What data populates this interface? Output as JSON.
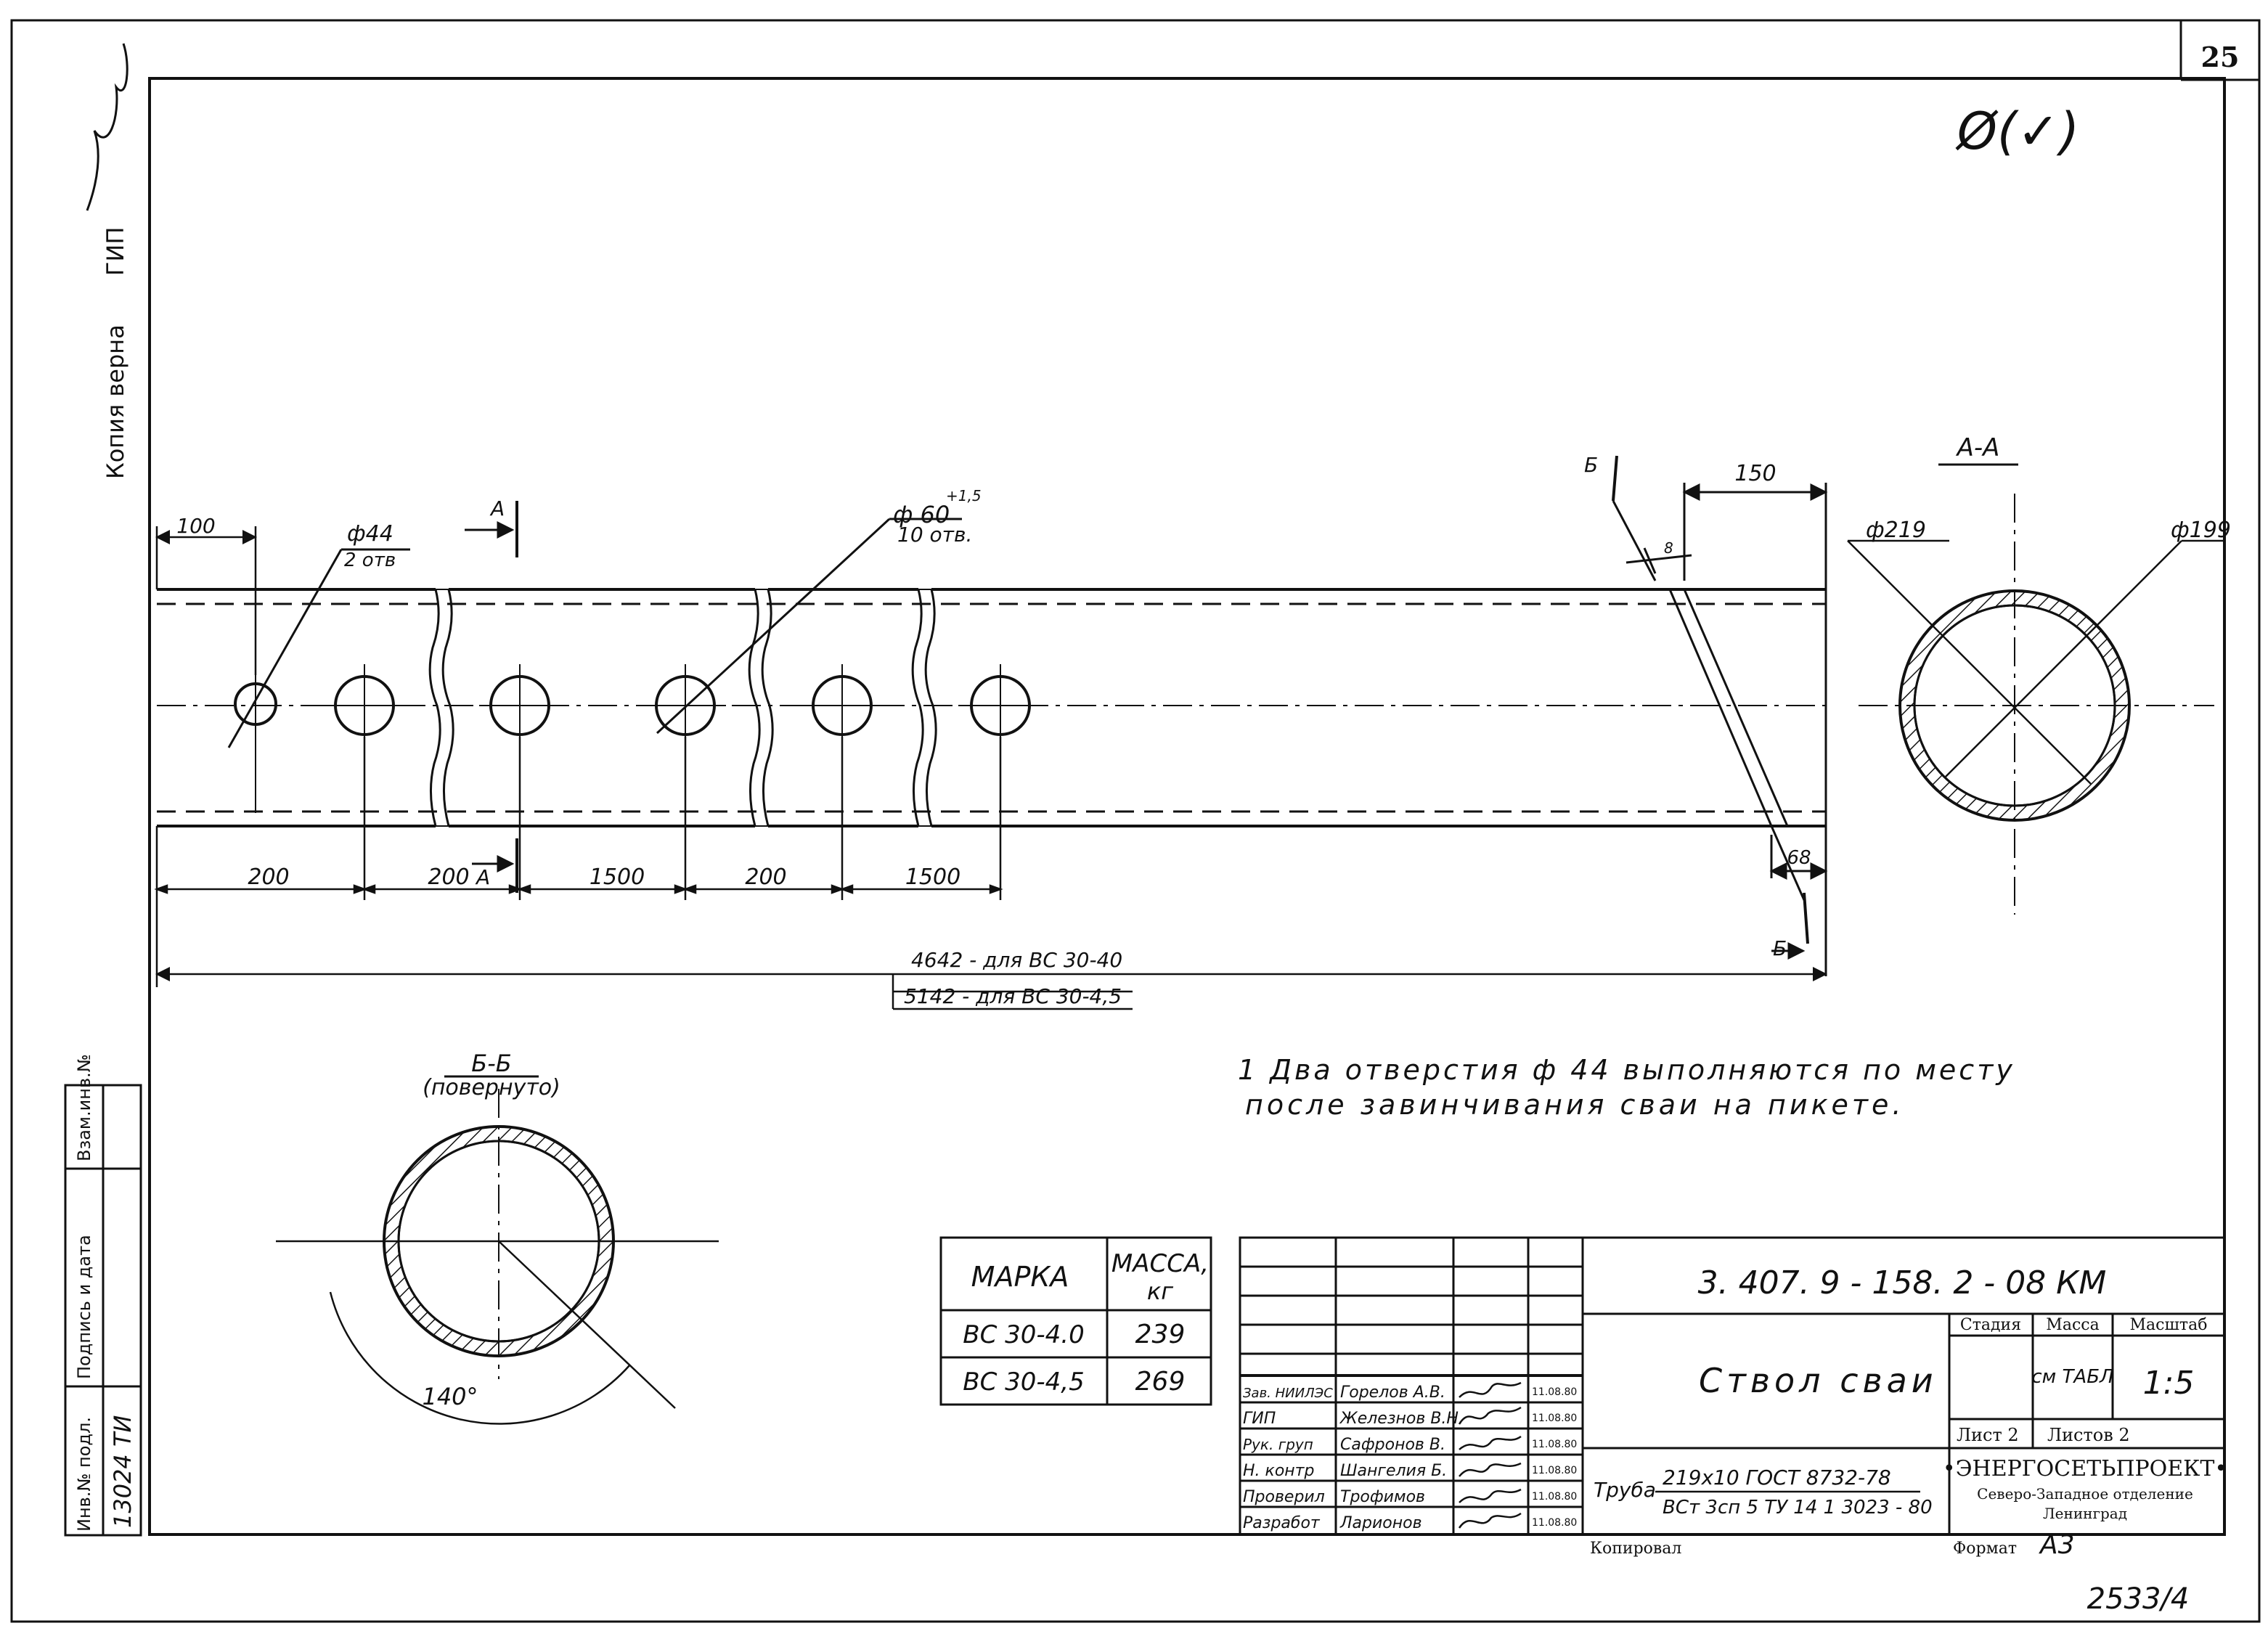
{
  "sheet": {
    "number": "25",
    "stamp": "2533/4",
    "mark": "Ø(✓)"
  },
  "margin_left": {
    "copy_label": "Копия верна",
    "gip_label": "ГИП",
    "inv_no_label": "Инв.№ подл.",
    "sign_date_label": "Подпись и дата",
    "replace_inv_label": "Взам.инв.№",
    "inv_no_value": "13024 ТИ"
  },
  "dimensions": {
    "d100": "100",
    "hole44": "ф44",
    "hole44_qty": "2 отв",
    "hole60": "ф 60",
    "hole60_tol": "+1,5",
    "hole60_qty": "10 отв.",
    "d150": "150",
    "d68": "68",
    "bottom": [
      "200",
      "200",
      "1500",
      "200",
      "1500"
    ],
    "overall_1": "4642 - для ВС 30-40",
    "overall_2": "5142 - для ВС 30-4,5",
    "d_outer": "ф219",
    "d_inner": "ф199",
    "angle": "140°"
  },
  "sections": {
    "aa_title": "А-А",
    "bb_title": "Б-Б",
    "bb_sub": "(повернуто)",
    "cut_a": "А",
    "cut_b": "Б",
    "angle_mark": "8"
  },
  "note": {
    "line1": "1 Два отверстия ф 44 выполняются по месту",
    "line2": "после завинчивания сваи на пикете."
  },
  "mass_table": {
    "col1": "МАРКА",
    "col2a": "МАССА,",
    "col2b": "кг",
    "rows": [
      {
        "mark": "ВС 30-4.0",
        "mass": "239"
      },
      {
        "mark": "ВС 30-4,5",
        "mass": "269"
      }
    ]
  },
  "title_block": {
    "code": "3. 407. 9 - 158. 2 - 08 КМ",
    "name": "Ствол сваи",
    "material_label": "Труба",
    "material_1": "219х10 ГОСТ 8732-78",
    "material_2": "ВСт 3сп 5 ТУ 14 1 3023 - 80",
    "stage_label": "Стадия",
    "mass_label": "Масса",
    "scale_label": "Масштаб",
    "mass_value": "см ТАБЛ",
    "scale_value": "1:5",
    "sheet_label": "Лист 2",
    "sheets_label": "Листов 2",
    "org_name": "•ЭНЕРГОСЕТЬПРОЕКТ•",
    "org_branch": "Северо-Западное отделение",
    "org_city": "Ленинград",
    "copied_label": "Копировал",
    "format_label": "Формат",
    "format_value": "А3",
    "people": [
      {
        "role": "Зав. НИИЛЭС",
        "name": "Горелов А.В.",
        "date": "11.08.80"
      },
      {
        "role": "ГИП",
        "name": "Железнов В.Н.",
        "date": "11.08.80"
      },
      {
        "role": "Рук. груп",
        "name": "Сафронов В.",
        "date": "11.08.80"
      },
      {
        "role": "Н. контр",
        "name": "Шангелия Б.",
        "date": "11.08.80"
      },
      {
        "role": "Проверил",
        "name": "Трофимов",
        "date": "11.08.80"
      },
      {
        "role": "Разработ",
        "name": "Ларионов",
        "date": "11.08.80"
      }
    ]
  }
}
